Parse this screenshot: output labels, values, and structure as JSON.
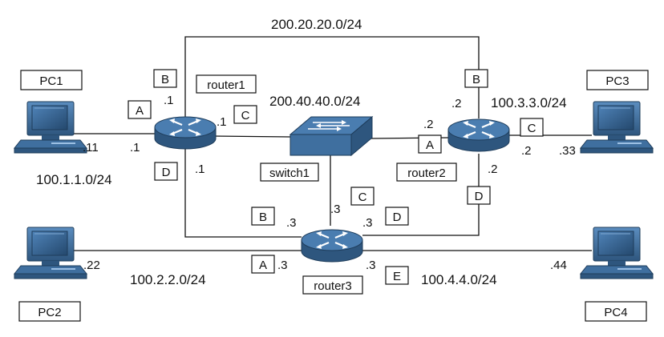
{
  "colors": {
    "device": "#3f6f9f",
    "device_dark": "#2e567e",
    "device_light": "#5b8dbf",
    "line": "#111111"
  },
  "networks": {
    "top": "200.20.20.0/24",
    "center": "200.40.40.0/24",
    "pc1_lan": "100.1.1.0/24",
    "pc2_lan": "100.2.2.0/24",
    "pc3_lan": "100.3.3.0/24",
    "pc4_lan": "100.4.4.0/24"
  },
  "devices": {
    "pc1": "PC1",
    "pc2": "PC2",
    "pc3": "PC3",
    "pc4": "PC4",
    "router1": "router1",
    "router2": "router2",
    "router3": "router3",
    "switch1": "switch1"
  },
  "ifaces": {
    "r1": {
      "a": "A",
      "b": "B",
      "c": "C",
      "d": "D"
    },
    "r2": {
      "a": "A",
      "b": "B",
      "c": "C",
      "d": "D"
    },
    "r3": {
      "a": "A",
      "b": "B",
      "c": "C",
      "d": "D",
      "e": "E"
    }
  },
  "addrs": {
    "pc1": ".11",
    "pc2": ".22",
    "pc3": ".33",
    "pc4": ".44",
    "r1_a": ".1",
    "r1_b": ".1",
    "r1_c": ".1",
    "r1_d": ".1",
    "r2_a": ".2",
    "r2_b": ".2",
    "r2_c": ".2",
    "r2_d": ".2",
    "r3_a": ".3",
    "r3_b": ".3",
    "r3_c": ".3",
    "r3_d": ".3",
    "r3_e": ".3"
  },
  "icons": {
    "router": "router-icon",
    "switch": "switch-icon",
    "pc": "pc-icon"
  }
}
